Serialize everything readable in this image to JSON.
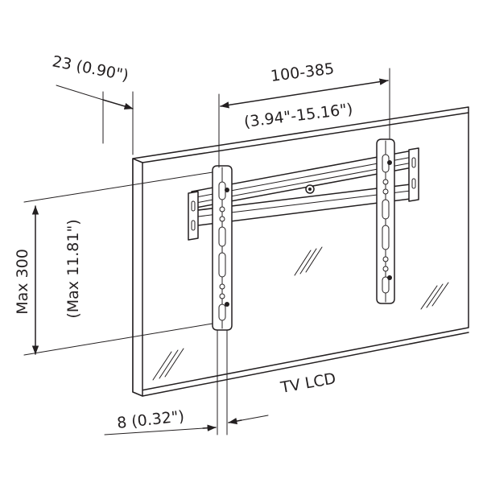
{
  "labels": {
    "depth": "23 (0.90\")",
    "width_mm": "100-385",
    "width_in": "(3.94\"-15.16\")",
    "height_mm": "Max 300",
    "height_in": "(Max 11.81\")",
    "gap": "8 (0.32\")",
    "tv": "TV LCD"
  },
  "colors": {
    "line": "#231f20",
    "background": "#ffffff"
  }
}
